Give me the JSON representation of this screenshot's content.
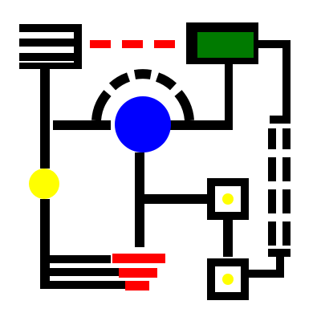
{
  "diagram": {
    "background": "#ffffff",
    "colors": {
      "line": "#000000",
      "dash_red": "#ff0000",
      "panel_green": "#007a00",
      "node_blue": "#0000ff",
      "node_yellow": "#ffff00",
      "stack_red": "#ff0000"
    },
    "components": {
      "top_left": {
        "kind": "stacked-bars-3"
      },
      "dashed_link": {
        "kind": "red-dash-line",
        "segments": 3
      },
      "top_right": {
        "kind": "green-panel-bracket"
      },
      "center_hub": {
        "kind": "blue-circle-with-arc"
      },
      "left_node": {
        "kind": "yellow-circle"
      },
      "right_nodes": [
        {
          "kind": "square-with-yellow-dot"
        },
        {
          "kind": "square-with-yellow-dot"
        }
      ],
      "bottom_stack": {
        "kind": "red-stepped-bars"
      },
      "right_dashed_bus": {
        "kind": "double-dashed-vertical"
      }
    }
  }
}
